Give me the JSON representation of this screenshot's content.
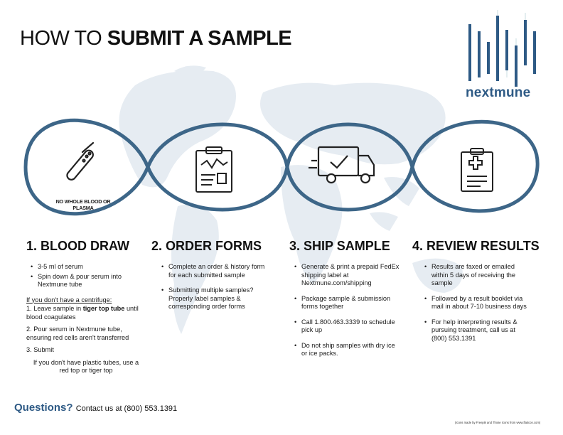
{
  "title": {
    "light": "HOW TO ",
    "bold": "SUBMIT A SAMPLE"
  },
  "brand": {
    "name": "nextmune",
    "color": "#2e5a85"
  },
  "colors": {
    "wave": "#3d6688",
    "map": "#e6ecf2"
  },
  "icons": [
    "test-tube-icon",
    "clipboard-chart-icon",
    "delivery-truck-icon",
    "medical-clipboard-icon"
  ],
  "blood_note": "NO WHOLE BLOOD OR PLASMA",
  "steps": [
    {
      "heading": "1. BLOOD DRAW",
      "bullets": [
        "3-5 ml of serum",
        "Spin down & pour serum into Nextmune tube"
      ],
      "centrifuge_heading": "If you don't have a centrifuge:",
      "centrifuge_1a": "1. Leave sample in ",
      "centrifuge_1b": "tiger top tube",
      "centrifuge_1c": " until blood coagulates",
      "centrifuge_2": "2. Pour serum in Nextmune tube, ensuring red cells aren't transferred",
      "centrifuge_3": "3. Submit",
      "plastic_note": "If you don't have plastic tubes, use a red top or tiger top"
    },
    {
      "heading": "2. ORDER FORMS",
      "bullets": [
        "Complete an order & history form for each submitted sample",
        "Submitting multiple samples? Properly label samples & corresponding order forms"
      ]
    },
    {
      "heading": "3. SHIP SAMPLE",
      "bullets": [
        "Generate & print a prepaid FedEx shipping label at Nextmune.com/shipping",
        "Package sample & submission forms together",
        "Call 1.800.463.3339 to schedule pick up",
        "Do not ship samples with dry ice or ice packs."
      ]
    },
    {
      "heading": "4. REVIEW RESULTS",
      "bullets": [
        "Results are faxed or emailed within 5 days of receiving the sample",
        "Followed by a result booklet via mail in about 7-10 business days",
        "For help interpreting results & pursuing treatment, call us at (800) 553.1391"
      ]
    }
  ],
  "footer": {
    "questions": "Questions?",
    "contact": "Contact us at (800) 553.1391"
  },
  "credit": "(Icons made by Freepik and Those Icons from www.flaticon.com)"
}
